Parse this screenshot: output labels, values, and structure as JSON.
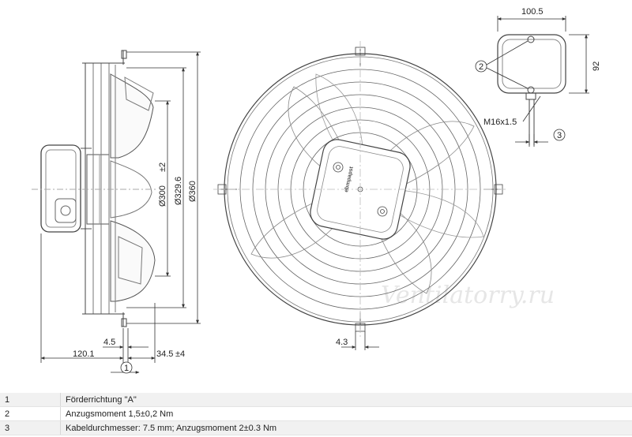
{
  "watermark": "Ventilatorry.ru",
  "brand": "ebmpapst",
  "dimensions": {
    "shaft": "120.1",
    "offset_a": "4.5",
    "depth": "34.5",
    "depth_tol": "±4",
    "dia_300": "Ø300",
    "dia_300_tol": "±2",
    "dia_329": "Ø329.6",
    "dia_360": "Ø360",
    "front_offset": "4.3",
    "box_width": "100.5",
    "box_height": "92",
    "thread": "M16x1.5"
  },
  "callouts": [
    "1",
    "2",
    "3"
  ],
  "notes": [
    {
      "num": "1",
      "text": "Förderrichtung \"A\""
    },
    {
      "num": "2",
      "text": "Anzugsmoment 1,5±0,2 Nm"
    },
    {
      "num": "3",
      "text": "Kabeldurchmesser: 7.5 mm; Anzugsmoment 2±0.3 Nm"
    }
  ]
}
